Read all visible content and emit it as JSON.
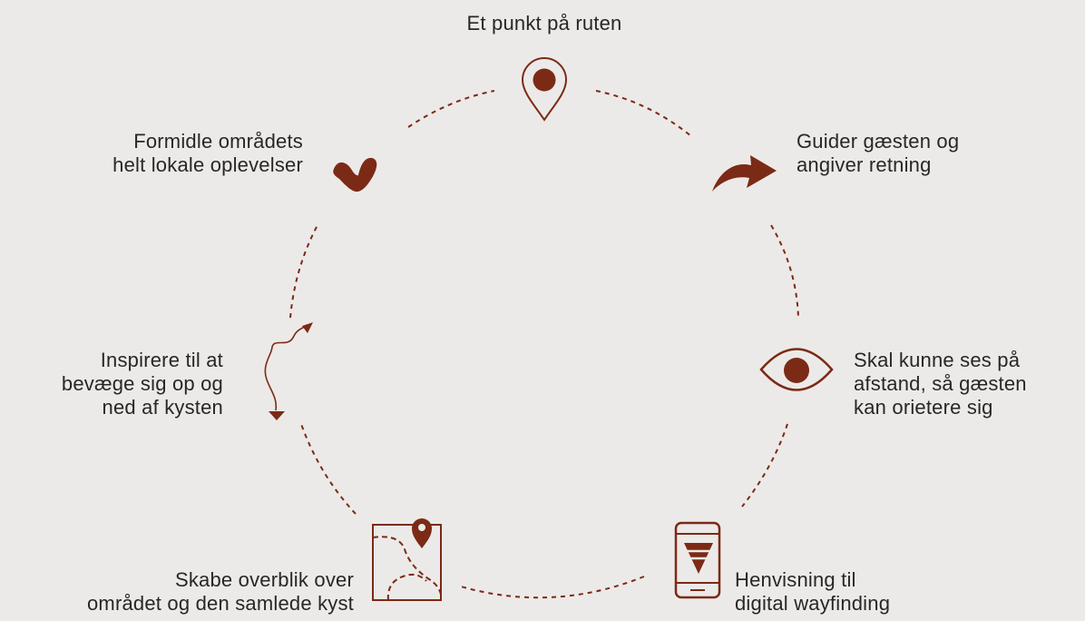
{
  "colors": {
    "background": "#ECEAE8",
    "accent": "#7B2A16",
    "text": "#2a2624"
  },
  "nodes": [
    {
      "id": "top",
      "icon": "map-pin-icon",
      "lines": [
        "Et punkt på ruten"
      ]
    },
    {
      "id": "top-right",
      "icon": "curved-arrow-icon",
      "lines": [
        "Guider gæsten og",
        "angiver retning"
      ]
    },
    {
      "id": "right",
      "icon": "eye-icon",
      "lines": [
        "Skal kunne ses på",
        "afstand, så gæsten",
        "kan orietere sig"
      ]
    },
    {
      "id": "bottom-right",
      "icon": "smartphone-icon",
      "lines": [
        "Henvisning til",
        "digital wayfinding"
      ]
    },
    {
      "id": "bottom-left",
      "icon": "map-icon",
      "lines": [
        "Skabe overblik over",
        "området og den samlede kyst"
      ]
    },
    {
      "id": "left",
      "icon": "winding-path-arrow-icon",
      "lines": [
        "Inspirere til at",
        "bevæge sig op og",
        "ned af kysten"
      ]
    },
    {
      "id": "top-left",
      "icon": "checkmark-icon",
      "lines": [
        "Formidle områdets",
        "helt lokale oplevelser"
      ]
    }
  ]
}
